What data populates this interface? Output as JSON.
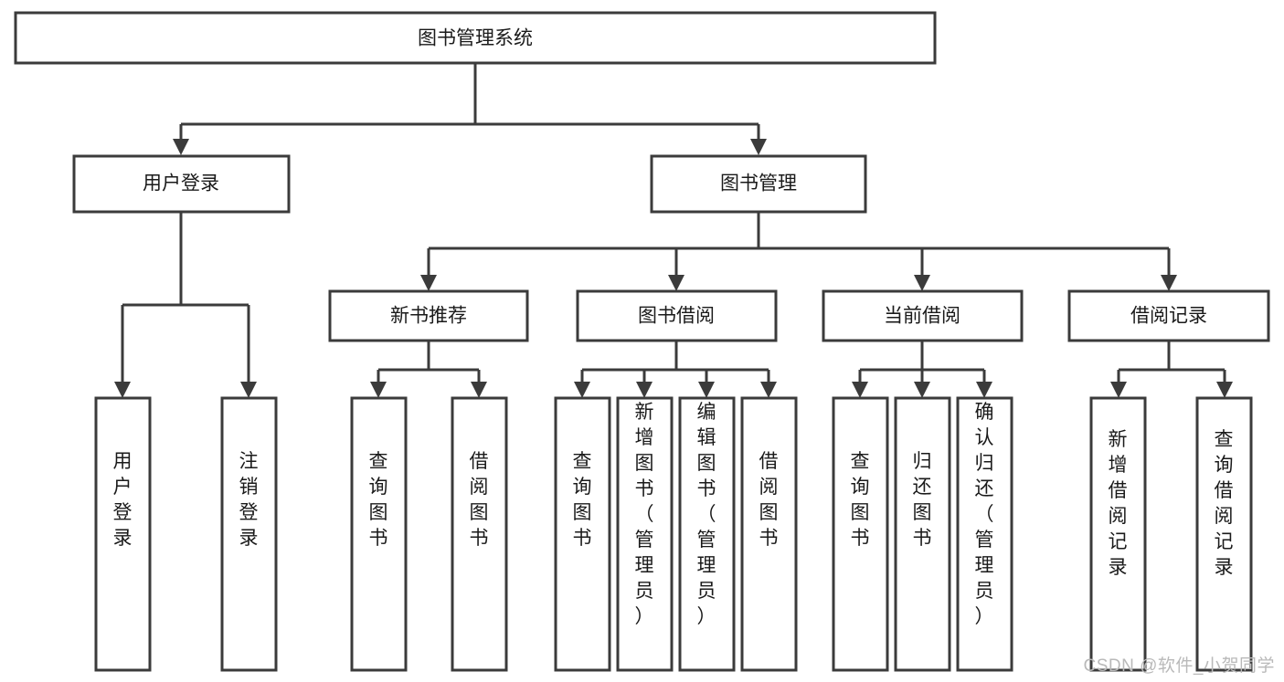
{
  "diagram": {
    "type": "tree-hierarchy",
    "title": "图书管理系统",
    "watermark": "CSDN @软件_小贺同学",
    "colors": {
      "stroke": "#3b3b3b",
      "fill": "#ffffff",
      "text": "#1a1a1a",
      "watermark": "#b9b9b9"
    },
    "root": {
      "label": "图书管理系统"
    },
    "level2": [
      {
        "label": "用户登录"
      },
      {
        "label": "图书管理"
      }
    ],
    "level3": [
      {
        "label": "新书推荐"
      },
      {
        "label": "图书借阅"
      },
      {
        "label": "当前借阅"
      },
      {
        "label": "借阅记录"
      }
    ],
    "leaves": {
      "user_login": [
        {
          "label": "用户登录"
        },
        {
          "label": "注销登录"
        }
      ],
      "new_book_recommend": [
        {
          "label": "查询图书"
        },
        {
          "label": "借阅图书"
        }
      ],
      "book_borrow": [
        {
          "label": "查询图书"
        },
        {
          "label": "新增图书（管理员）"
        },
        {
          "label": "编辑图书（管理员）"
        },
        {
          "label": "借阅图书"
        }
      ],
      "current_borrow": [
        {
          "label": "查询图书"
        },
        {
          "label": "归还图书"
        },
        {
          "label": "确认归还（管理员）"
        }
      ],
      "borrow_record": [
        {
          "label": "新增借阅记录"
        },
        {
          "label": "查询借阅记录"
        }
      ]
    }
  }
}
